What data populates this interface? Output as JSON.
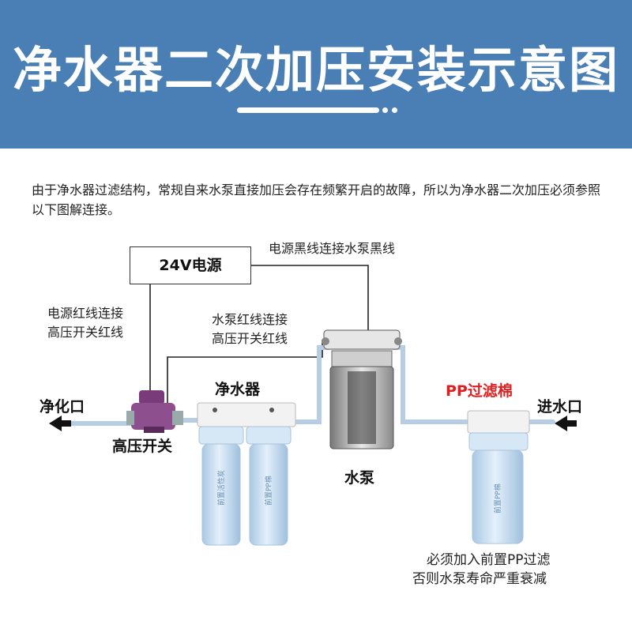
{
  "title": "净水器二次加压安装示意图",
  "intro": "由于净水器过滤结构，常规自来水泵直接加压会存在频繁开启的故障，所以为净水器二次加压必须参照以下图解连接。",
  "labels": {
    "power_supply": "24V电源",
    "black_wire": "电源黑线连接水泵黑线",
    "red_wire_power_1": "电源红线连接",
    "red_wire_power_2": "高压开关红线",
    "red_wire_pump_1": "水泵红线连接",
    "red_wire_pump_2": "高压开关红线",
    "outlet": "净化口",
    "inlet": "进水口",
    "purifier": "净水器",
    "pp_filter": "PP过滤棉",
    "pressure_switch": "高压开关",
    "pump": "水泵",
    "warning_1": "必须加入前置PP过滤",
    "warning_2": "否则水泵寿命严重衰减",
    "filter_1_text": "前置活性炭",
    "filter_2_text": "前置PP棉",
    "filter_3_text": "前置PP棉"
  },
  "colors": {
    "banner": "#4a7fb5",
    "pp_label": "#e02020",
    "pipe": "#b7cde3",
    "housing": "#c8dff0"
  }
}
